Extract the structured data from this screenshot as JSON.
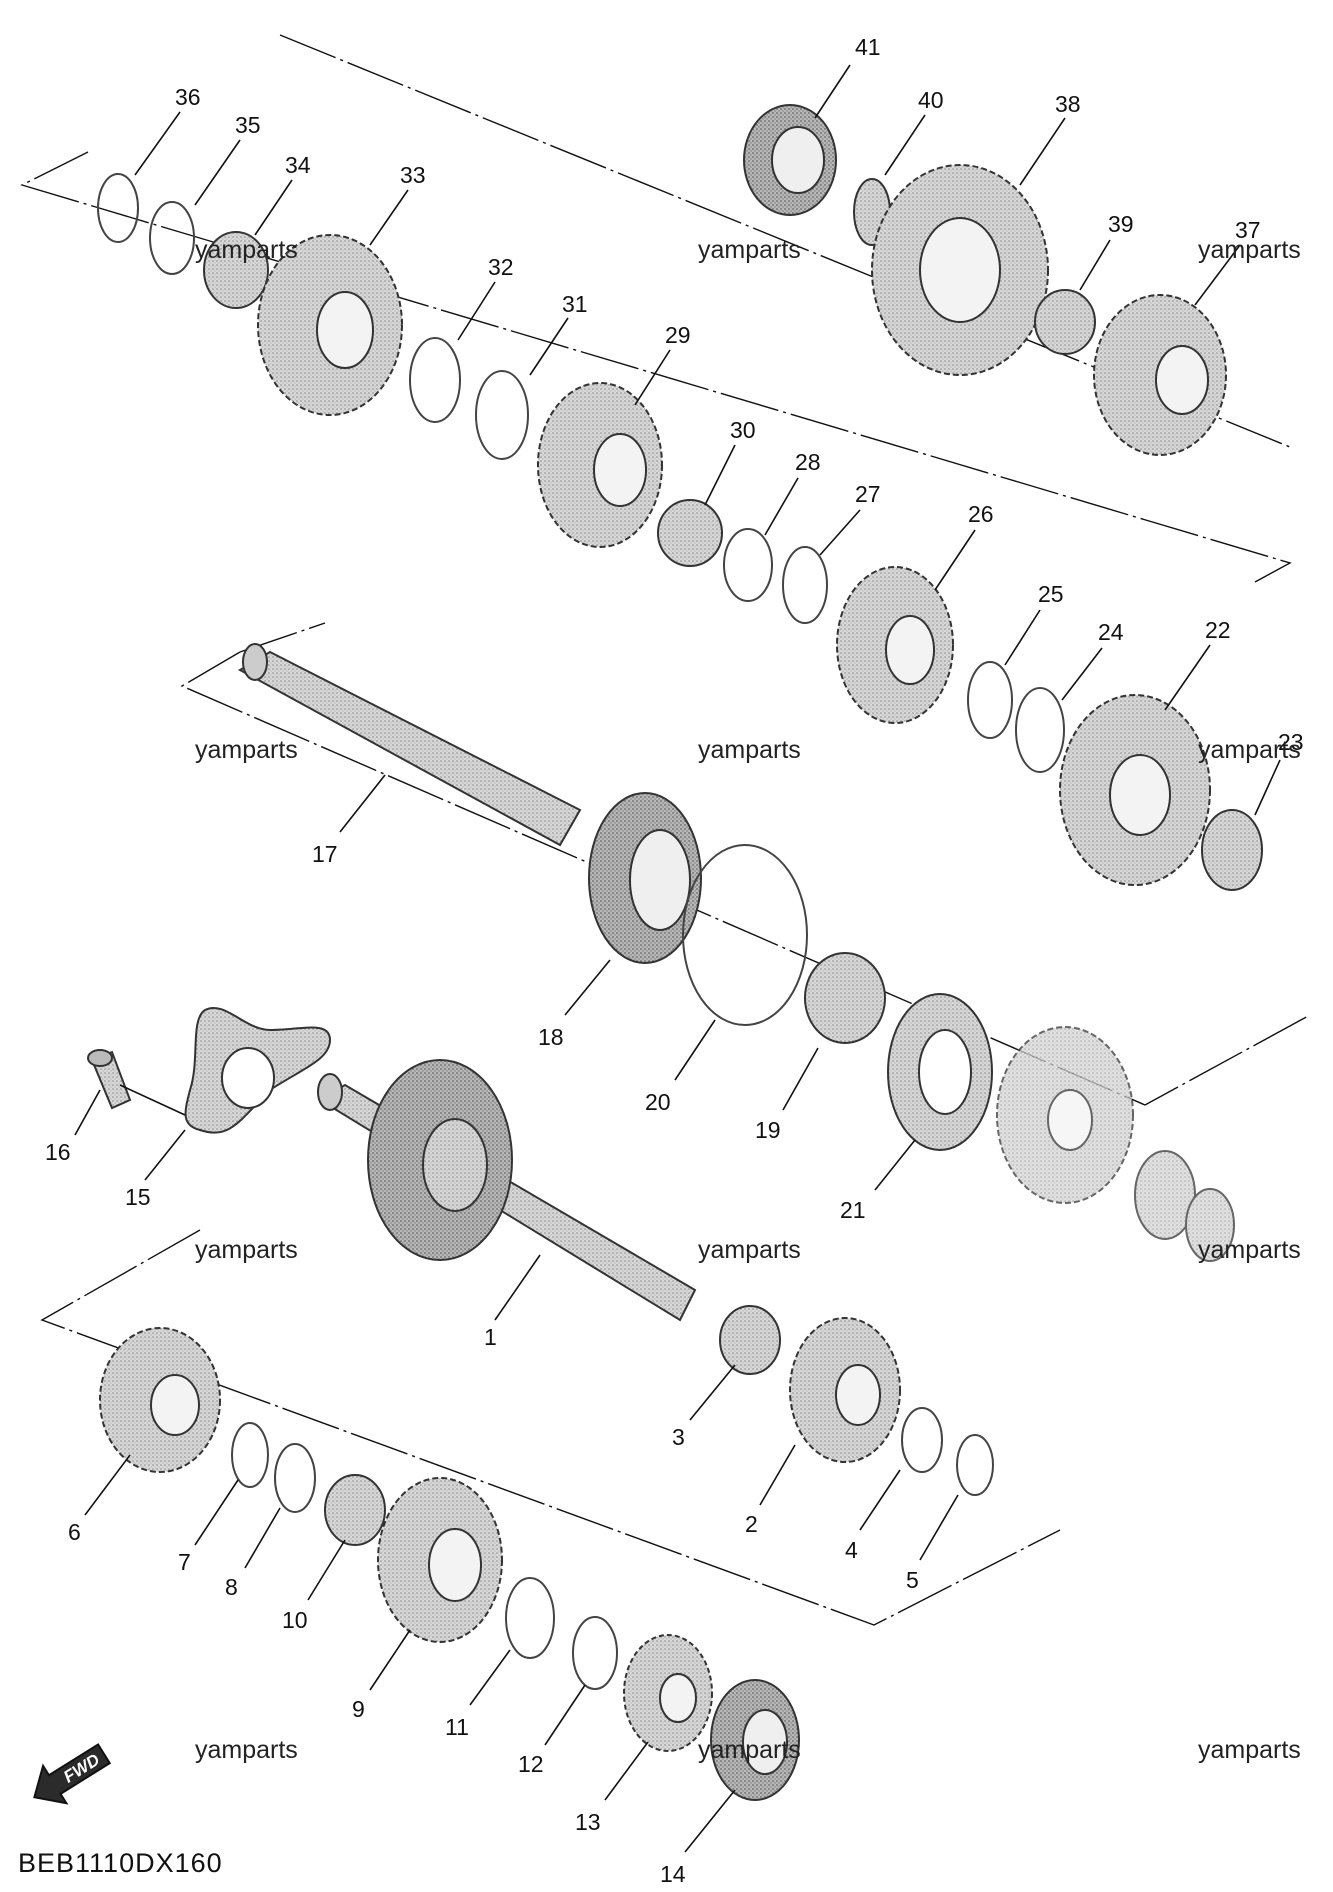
{
  "diagram": {
    "drawing_code": "BEB1110DX160",
    "fwd_label": "FWD",
    "watermark": "yamparts",
    "callouts": [
      "1",
      "2",
      "3",
      "4",
      "5",
      "6",
      "7",
      "8",
      "9",
      "10",
      "11",
      "12",
      "13",
      "14",
      "15",
      "16",
      "17",
      "18",
      "19",
      "20",
      "21",
      "22",
      "23",
      "24",
      "25",
      "26",
      "27",
      "28",
      "29",
      "30",
      "31",
      "32",
      "33",
      "34",
      "35",
      "36",
      "37",
      "38",
      "39",
      "40",
      "41"
    ]
  }
}
